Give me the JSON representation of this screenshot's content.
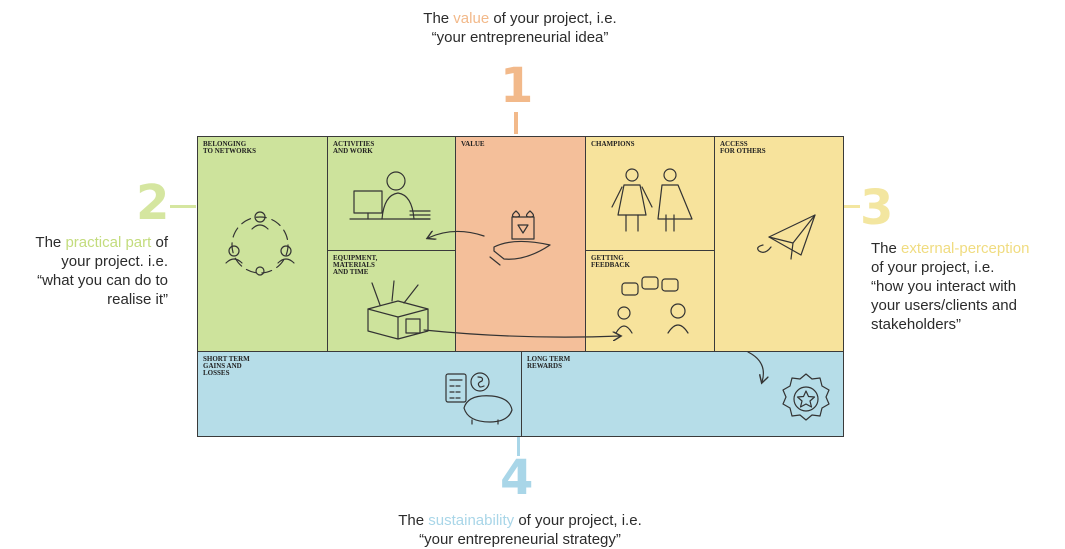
{
  "captions": {
    "top": {
      "pre": "The ",
      "highlight": "value",
      "post": " of your project, i.e.",
      "line2": "“your entrepreneurial idea”"
    },
    "left": {
      "pre": "The ",
      "highlight": "practical part",
      "post": " of",
      "line2": "your project. i.e.",
      "line3": "“what you can do to",
      "line4": "realise it”"
    },
    "right": {
      "pre": "The ",
      "highlight": "external-perception",
      "line2": "of your project, i.e.",
      "line3": "“how you interact with",
      "line4": "your users/clients and",
      "line5": "stakeholders”"
    },
    "bottom": {
      "pre": "The ",
      "highlight": "sustainability",
      "post": " of your project, i.e.",
      "line2": "“your entrepreneurial strategy”"
    }
  },
  "numbers": {
    "n1": "1",
    "n2": "2",
    "n3": "3",
    "n4": "4"
  },
  "cells": {
    "belonging": "BELONGING\nTO NETWORKS",
    "activities": "ACTIVITIES\nAND WORK",
    "value": "VALUE",
    "champions": "CHAMPIONS",
    "access": "ACCESS\nFOR OTHERS",
    "equipment": "EQUIPMENT,\nMATERIALS\nAND TIME",
    "feedback": "GETTING\nFEEDBACK",
    "short_term": "SHORT TERM\nGAINS AND\nLOSSES",
    "long_term": "LONG TERM\nREWARDS"
  },
  "colors": {
    "value": "#f4bf9a",
    "practical": "#cde39c",
    "external": "#f7e39c",
    "sustainability": "#b6dde8"
  },
  "icons": {
    "belonging": "network-people-icon",
    "activities": "person-at-computer-icon",
    "value": "gift-on-hand-icon",
    "champions": "superheroes-icon",
    "access": "paper-plane-icon",
    "equipment": "toolbox-icon",
    "feedback": "speech-bubbles-icon",
    "short_term": "calculator-piggy-bank-icon",
    "long_term": "award-badge-icon"
  }
}
